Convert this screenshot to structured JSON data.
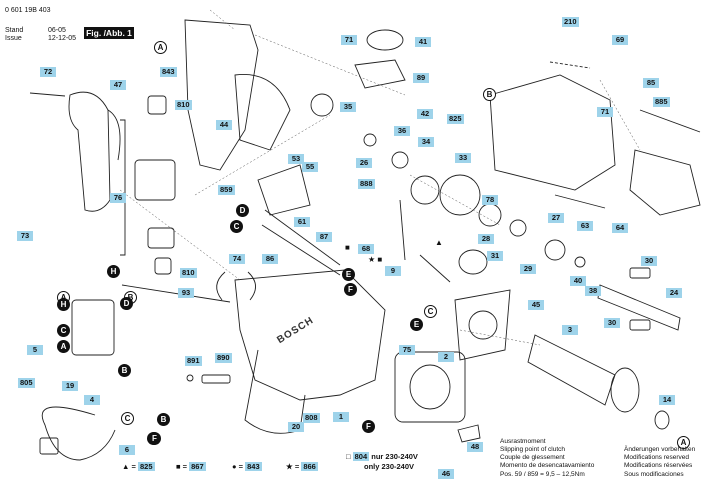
{
  "header": {
    "doc_number": "0 601 19B 403",
    "stand_label": "Stand",
    "stand_date": "06-05",
    "issue_label": "Issue",
    "issue_date": "12-12-05",
    "figure_tag": "Fig. /Abb. 1"
  },
  "part_labels": [
    "72",
    "47",
    "810",
    "44",
    "843",
    "35",
    "36",
    "42",
    "71",
    "41",
    "89",
    "210",
    "69",
    "85",
    "885",
    "71",
    "76",
    "53",
    "55",
    "26",
    "34",
    "33",
    "825",
    "859",
    "61",
    "888",
    "78",
    "27",
    "63",
    "64",
    "73",
    "87",
    "68",
    "86",
    "28",
    "29",
    "31",
    "810",
    "74",
    "9",
    "40",
    "38",
    "30",
    "24",
    "93",
    "45",
    "3",
    "30",
    "891",
    "890",
    "75",
    "2",
    "808",
    "20",
    "14",
    "5",
    "805",
    "19",
    "4",
    "6",
    "1",
    "48",
    "46"
  ],
  "circle_labels": [
    "A",
    "B",
    "D",
    "C",
    "H",
    "E",
    "F",
    "A",
    "B",
    "C",
    "H",
    "D",
    "C",
    "A",
    "B",
    "B",
    "A",
    "E",
    "F",
    "C",
    "F",
    "A"
  ],
  "legend": {
    "triangle": {
      "symbol": "▲",
      "eq": "=",
      "ref": "825"
    },
    "square": {
      "symbol": "■",
      "eq": "=",
      "ref": "867"
    },
    "dot": {
      "symbol": "●",
      "eq": "=",
      "ref": "843"
    },
    "star": {
      "symbol": "★",
      "eq": "=",
      "ref": "866"
    }
  },
  "voltage_note": {
    "symbol": "□",
    "ref": "804",
    "line1": "nur 230-240V",
    "line2": "only 230-240V"
  },
  "clutch_info": {
    "line1": "Ausrastmoment",
    "line2": "Slipping point of clutch",
    "line3": "Couple de glessement",
    "line4": "Momento de desencatavamiento",
    "line5": "Pos.  59 / 859  =  9,5 – 12,5Nm"
  },
  "changes_info": {
    "line1": "Änderungen vorbehalten",
    "line2": "Modifications reserved",
    "line3": "Modifications réservées",
    "line4": "Sous modificaciones"
  },
  "housing_brand": "BOSCH",
  "marker_symbols": {
    "star_sq": "★ ■",
    "sq": "■",
    "tri": "▲"
  }
}
